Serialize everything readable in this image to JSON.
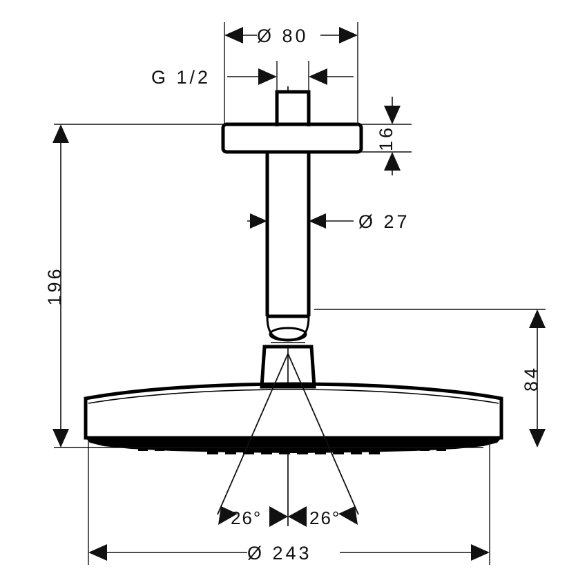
{
  "drawing": {
    "title": "Overhead shower technical dimension drawing",
    "product": "ceiling-mounted overhead shower",
    "units": "mm",
    "line_color": "#111111",
    "background_color": "#ffffff"
  },
  "dimensions": {
    "ceiling_flange_diameter": {
      "label": "Ø  80",
      "value": 80,
      "position": "top",
      "orientation": "horizontal"
    },
    "thread_size": {
      "label": "G 1/2",
      "value": "G1/2",
      "position": "top-left",
      "orientation": "horizontal"
    },
    "flange_height": {
      "label": "16",
      "value": 16,
      "position": "right-upper",
      "orientation": "vertical"
    },
    "arm_diameter": {
      "label": "Ø  27",
      "value": 27,
      "position": "middle-right",
      "orientation": "horizontal"
    },
    "total_height": {
      "label": "196",
      "value": 196,
      "position": "left",
      "orientation": "vertical"
    },
    "head_drop_height": {
      "label": "84",
      "value": 84,
      "position": "right-lower",
      "orientation": "vertical"
    },
    "head_diameter": {
      "label": "Ø  243",
      "value": 243,
      "position": "bottom",
      "orientation": "horizontal"
    },
    "spray_angle_left": {
      "label": "26°",
      "value": 26,
      "unit": "degrees",
      "position": "bottom-left-of-center"
    },
    "spray_angle_right": {
      "label": "26°",
      "value": 26,
      "unit": "degrees",
      "position": "bottom-right-of-center"
    }
  },
  "labels": [
    {
      "id": "dia80",
      "text": "Ø  80"
    },
    {
      "id": "g12",
      "text": "G 1/2"
    },
    {
      "id": "h16",
      "text": "16"
    },
    {
      "id": "dia27",
      "text": "Ø  27"
    },
    {
      "id": "h196",
      "text": "196"
    },
    {
      "id": "h84",
      "text": "84"
    },
    {
      "id": "dia243",
      "text": "Ø  243"
    },
    {
      "id": "ang26l",
      "text": "26°"
    },
    {
      "id": "ang26r",
      "text": "26°"
    }
  ]
}
